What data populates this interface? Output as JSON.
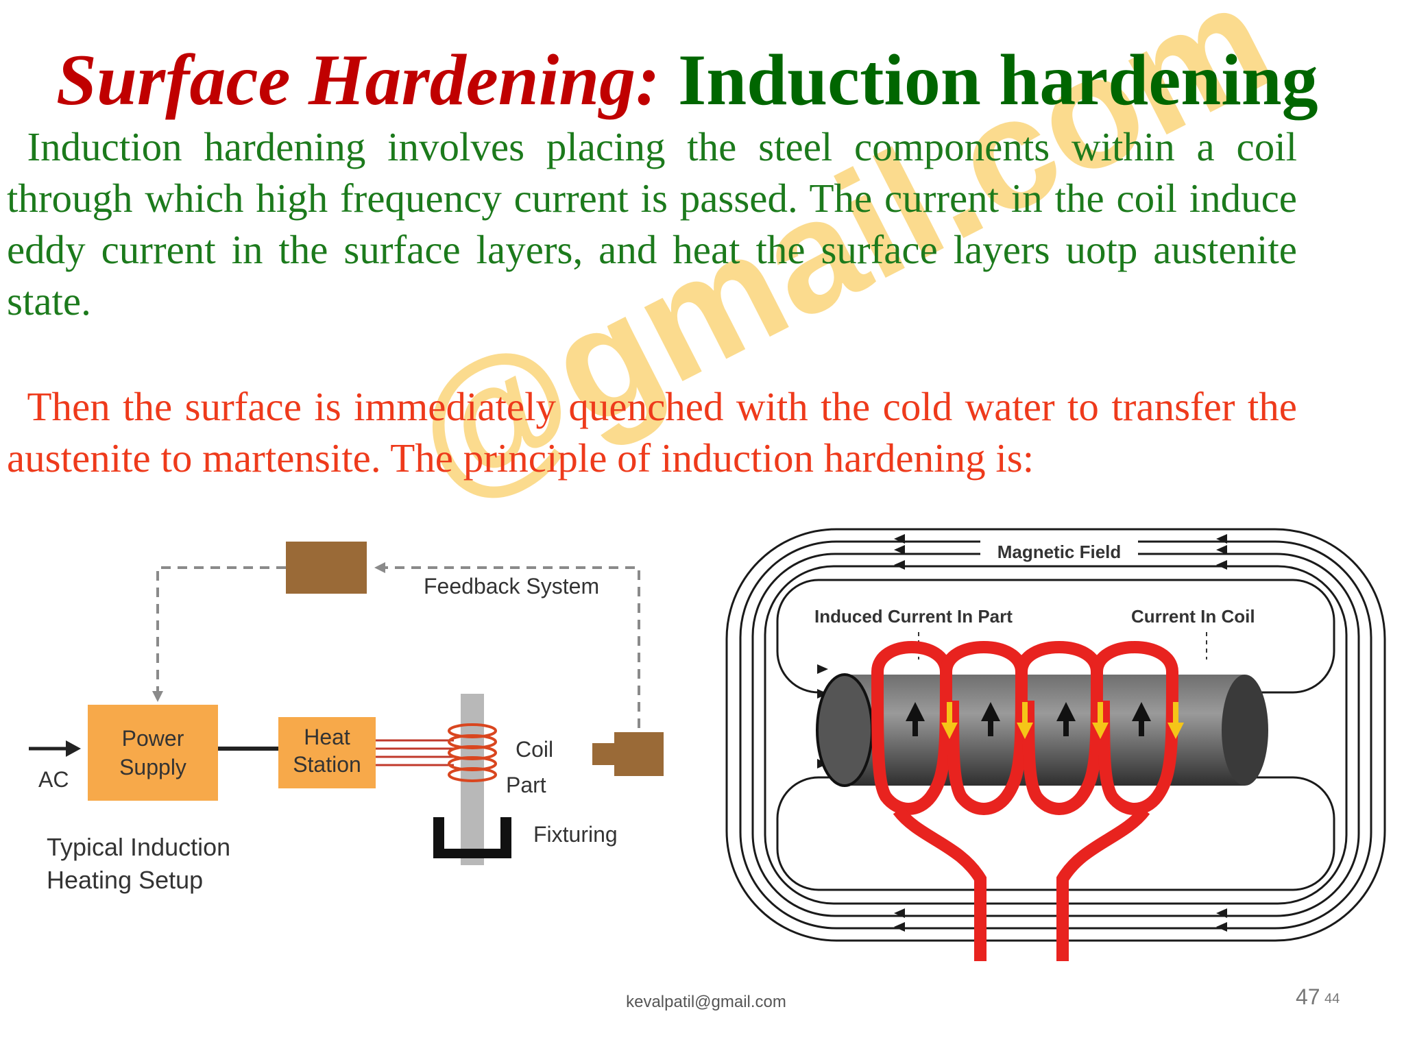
{
  "slide": {
    "title_part1": "Surface Hardening:",
    "title_part2": "Induction hardening",
    "bullet_glyph": "",
    "paragraph1": "Induction hardening involves placing the steel components within a coil through which high frequency current is passed. The current in the coil induce eddy current in the surface layers, and heat the surface layers uotp austenite state.",
    "paragraph2": "Then the surface is immediately quenched with the cold water to  transfer the austenite to martensite. The principle of induction hardening  is:",
    "watermark_text": "@gmail.com",
    "footer_email": "kevalpatil@gmail.com",
    "page_number": "47",
    "page_sub_number": "44"
  },
  "diagram_setup": {
    "feedback_label": "Feedback System",
    "ac_label": "AC",
    "power_supply_line1": "Power",
    "power_supply_line2": "Supply",
    "heat_station_line1": "Heat",
    "heat_station_line2": "Station",
    "coil_label": "Coil",
    "part_label": "Part",
    "fixturing_label": "Fixturing",
    "caption_line1": "Typical Induction",
    "caption_line2": "Heating Setup",
    "box_color_orange": "#f7a94a",
    "box_color_brown": "#9a6a37"
  },
  "diagram_field": {
    "magnetic_field_label": "Magnetic Field",
    "induced_current_label": "Induced Current In Part",
    "coil_current_label": "Current In Coil",
    "coil_color": "#e8231f",
    "arrow_color": "#f5c518"
  }
}
